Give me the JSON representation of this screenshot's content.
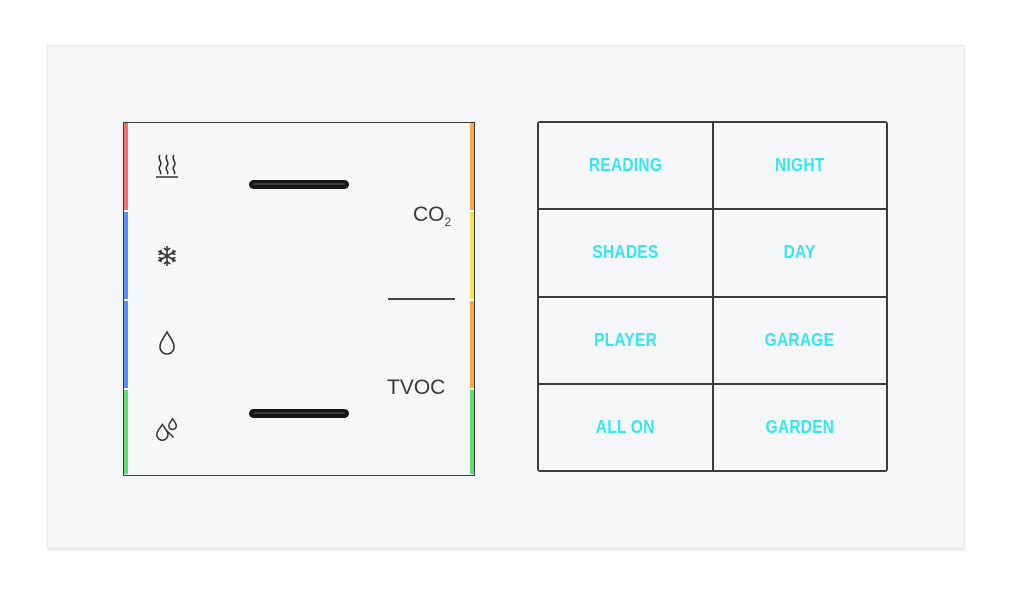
{
  "sensor_panel": {
    "co2_label": "CO",
    "co2_subscript": "2",
    "tvoc_label": "TVOC",
    "icons": [
      "heating-icon",
      "cooling-icon",
      "humidity-icon",
      "dehumidify-icon"
    ],
    "led_colors_left": [
      "#ff6a6a",
      "#5b8cff",
      "#5b8cff",
      "#5fe06a"
    ],
    "led_colors_right": [
      "#ffa64a",
      "#f2e74a",
      "#ffa64a",
      "#5fe06a"
    ]
  },
  "scene_keypad": {
    "text_color": "#35e6f2",
    "buttons": [
      {
        "label": "READING"
      },
      {
        "label": "NIGHT"
      },
      {
        "label": "SHADES"
      },
      {
        "label": "DAY"
      },
      {
        "label": "PLAYER"
      },
      {
        "label": "GARAGE"
      },
      {
        "label": "ALL ON"
      },
      {
        "label": "GARDEN"
      }
    ]
  }
}
